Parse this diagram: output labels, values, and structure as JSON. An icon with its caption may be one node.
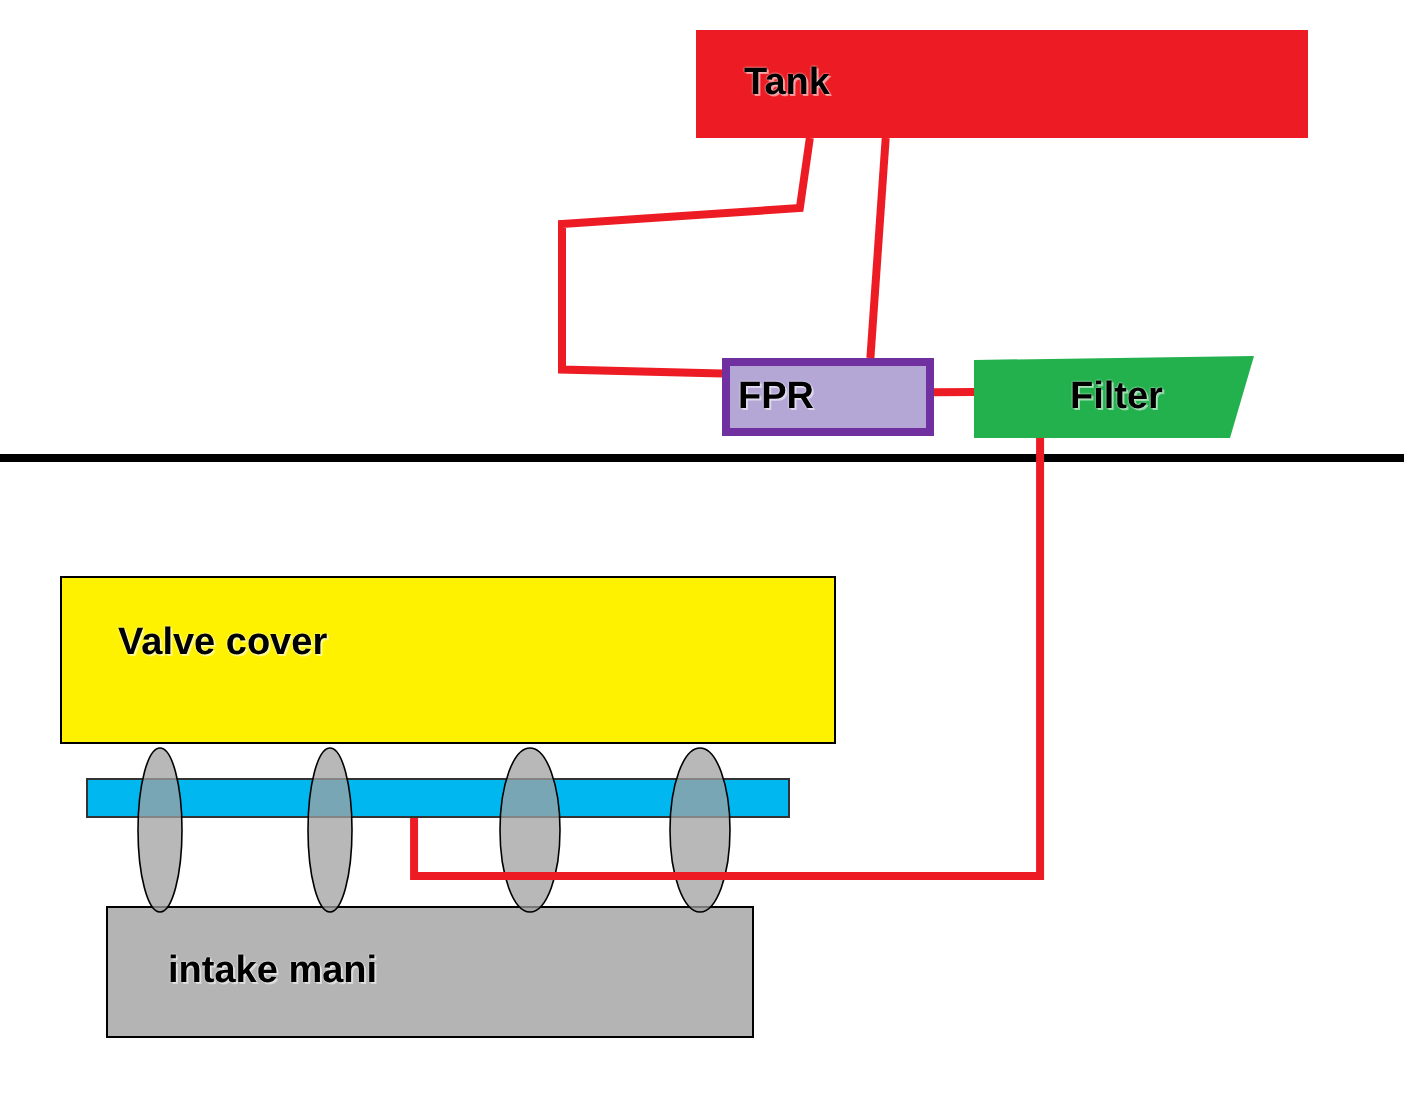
{
  "diagram": {
    "nodes": [
      {
        "text": [
          "Tank"
        ]
      },
      {
        "text": [
          "FPR"
        ]
      },
      {
        "text": [
          "Filter"
        ]
      },
      {
        "text": [
          "Valve cover"
        ]
      },
      {
        "text": [],
        "shape": "bar"
      },
      {
        "text": [
          "intake mani"
        ]
      }
    ],
    "edges": [
      {
        "from": 0,
        "to": 1,
        "arrow": "none"
      },
      {
        "from": 0,
        "to": 1,
        "arrow": "none"
      },
      {
        "from": 1,
        "to": 2,
        "arrow": "none"
      },
      {
        "from": 2,
        "to": 4,
        "arrow": "none"
      }
    ]
  }
}
